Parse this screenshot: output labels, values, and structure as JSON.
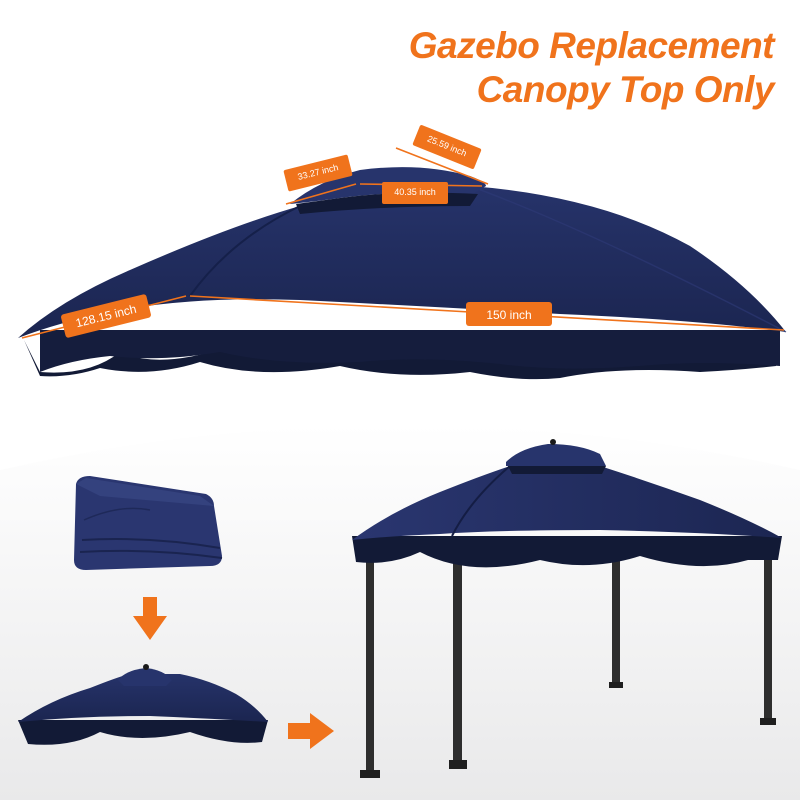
{
  "title": {
    "line1": "Gazebo Replacement",
    "line2": "Canopy Top Only"
  },
  "dimensions": {
    "top_width": "33.27 inch",
    "top_length": "25.59 inch",
    "top_diagonal": "40.35 inch",
    "canopy_side": "128.15 inch",
    "canopy_length": "150 inch"
  },
  "colors": {
    "accent": "#f0731c",
    "canopy_navy": "#1f2a55",
    "canopy_dark": "#121a36",
    "frame": "#2e2e2e"
  }
}
